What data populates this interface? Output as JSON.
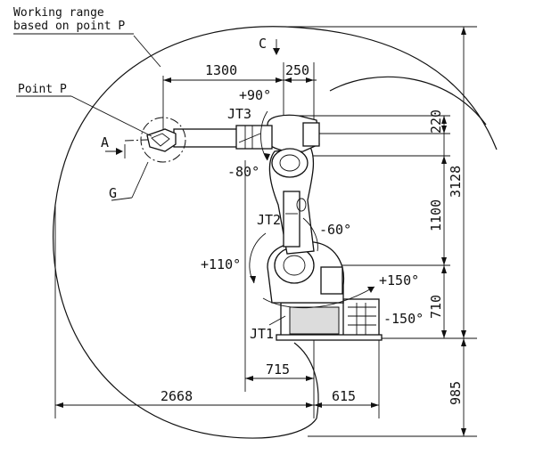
{
  "labels": {
    "working_range_line1": "Working range",
    "working_range_line2": "based on point P",
    "point_p": "Point P",
    "view_c": "C",
    "view_a": "A",
    "view_g": "G",
    "jt1": "JT1",
    "jt2": "JT2",
    "jt3": "JT3"
  },
  "angles": {
    "jt3_plus": "+90°",
    "jt3_minus": "-80°",
    "jt2_plus": "+110°",
    "jt2_minus": "-60°",
    "jt1_plus": "+150°",
    "jt1_minus": "-150°"
  },
  "dimensions": {
    "arm_reach": "1300",
    "offset_top": "250",
    "offset_220": "220",
    "total_height": "3128",
    "upper_arm": "1100",
    "base_height": "710",
    "below_base": "985",
    "max_reach": "2668",
    "base_depth": "615",
    "jt2_offset": "715"
  }
}
